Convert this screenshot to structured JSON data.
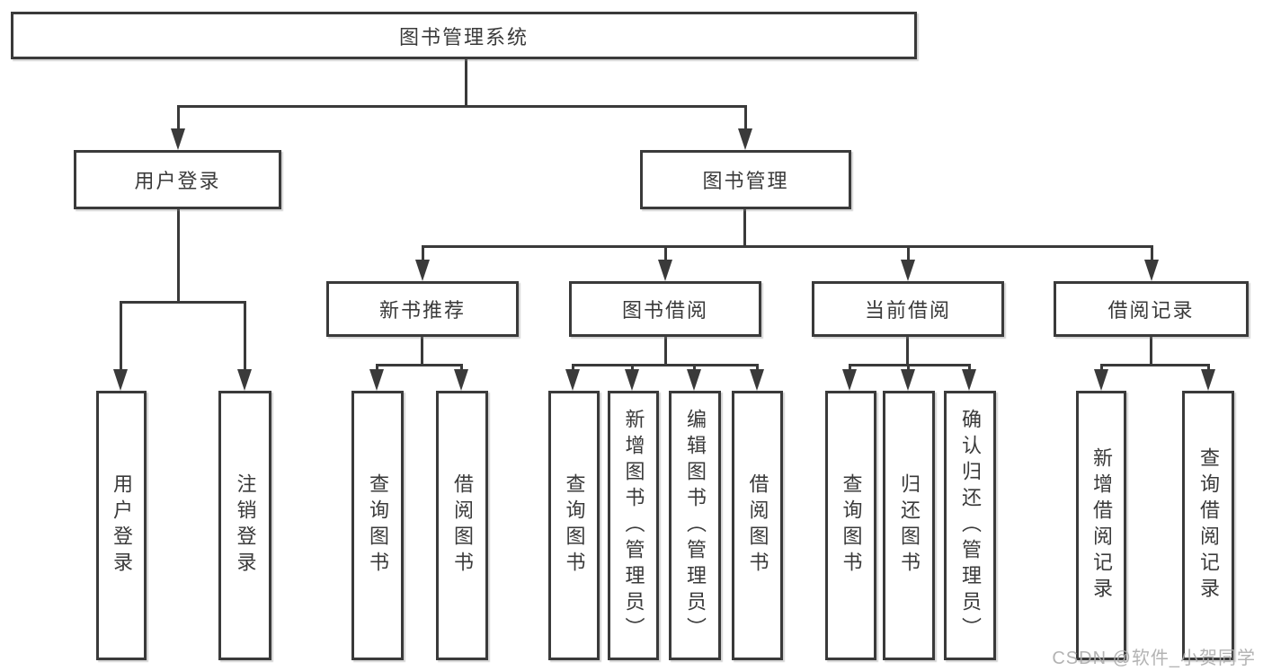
{
  "diagram": {
    "root": {
      "label": "图书管理系统"
    },
    "branches": [
      {
        "label": "用户登录",
        "children": [
          {
            "label": "用户登录"
          },
          {
            "label": "注销登录"
          }
        ]
      },
      {
        "label": "图书管理",
        "children": [
          {
            "label": "新书推荐",
            "children": [
              {
                "label": "查询图书"
              },
              {
                "label": "借阅图书"
              }
            ]
          },
          {
            "label": "图书借阅",
            "children": [
              {
                "label": "查询图书"
              },
              {
                "label": "新增图书（管理员）"
              },
              {
                "label": "编辑图书（管理员）"
              },
              {
                "label": "借阅图书"
              }
            ]
          },
          {
            "label": "当前借阅",
            "children": [
              {
                "label": "查询图书"
              },
              {
                "label": "归还图书"
              },
              {
                "label": "确认归还（管理员）"
              }
            ]
          },
          {
            "label": "借阅记录",
            "children": [
              {
                "label": "新增借阅记录"
              },
              {
                "label": "查询借阅记录"
              }
            ]
          }
        ]
      }
    ]
  },
  "watermark": {
    "text": "CSDN @软件_小贺同学"
  },
  "colors": {
    "line": "#3a3a3a",
    "text": "#3a3a3a",
    "watermark": "#ababab",
    "background": "#ffffff"
  }
}
